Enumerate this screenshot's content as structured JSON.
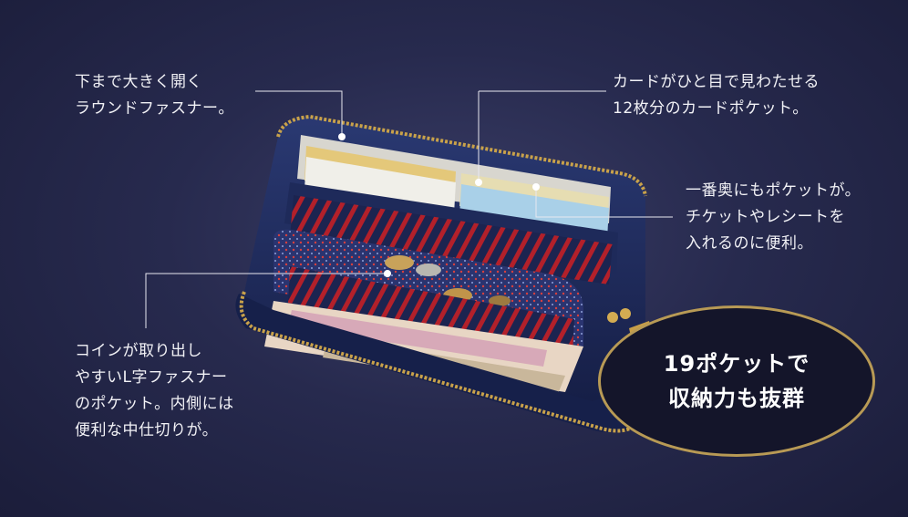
{
  "annotations": {
    "zipper": {
      "lines": [
        "下まで大きく開く",
        "ラウンドファスナー。"
      ]
    },
    "card_pockets": {
      "lines": [
        "カードがひと目で見わたせる",
        "12枚分のカードポケット。"
      ]
    },
    "back_pocket": {
      "lines": [
        "一番奥にもポケットが。",
        "チケットやレシートを",
        "入れるのに便利。"
      ]
    },
    "coin_pocket": {
      "lines": [
        "コインが取り出し",
        "やすいL字ファスナー",
        "のポケット。内側には",
        "便利な中仕切りが。"
      ]
    }
  },
  "badge": {
    "lines": [
      "19ポケットで",
      "収納力も抜群"
    ]
  },
  "product": {
    "icon": "round-zip-wallet",
    "colors": {
      "body": "#1e2a5a",
      "lining_stripe_red": "#b3202a",
      "lining_stripe_navy": "#1c2450",
      "zipper": "#c9a24a",
      "badge_border": "#b89a55"
    }
  }
}
